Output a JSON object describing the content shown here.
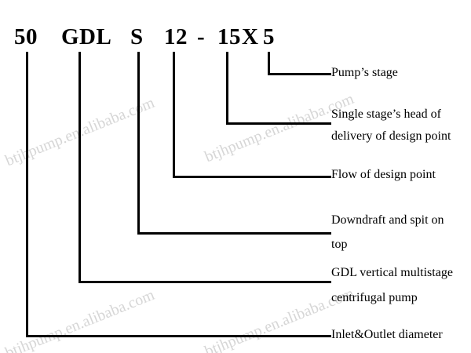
{
  "model_code": {
    "diameter": "50",
    "type": "GDL",
    "suction": "S",
    "flow": "12",
    "dash": "-",
    "head": "15",
    "times": "X",
    "stage": "5"
  },
  "labels": {
    "stage": "Pump’s stage",
    "head_line1": "Single stage’s head of",
    "head_line2": "delivery of design point",
    "flow": "Flow of design point",
    "suction_line1": "Downdraft and spit on",
    "suction_line2": "top",
    "type_line1": "GDL vertical multistage",
    "type_line2": "centrifugal pump",
    "diameter": "Inlet&Outlet diameter"
  },
  "watermark": {
    "text": "btjhpump.en.alibaba.com"
  },
  "colors": {
    "text": "#000000",
    "lines": "#000000",
    "watermark": "#d6d6d6",
    "background": "#ffffff"
  }
}
